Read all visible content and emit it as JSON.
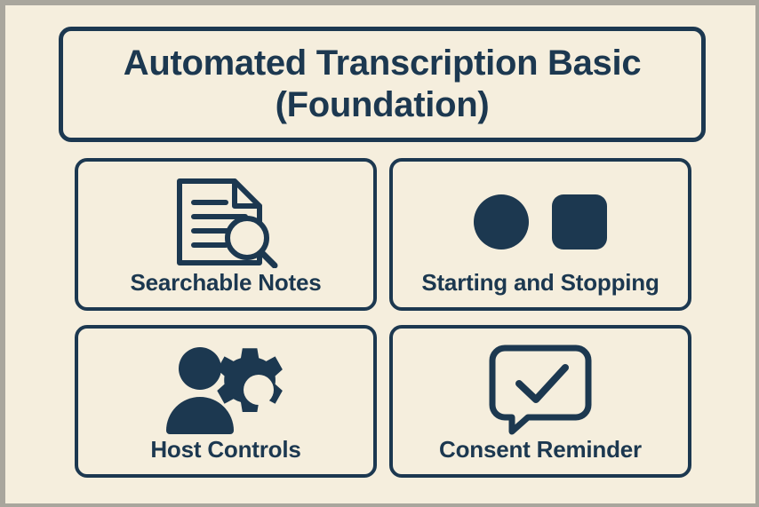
{
  "theme": {
    "background": "#f5eedd",
    "outer_frame": "#a9a69d",
    "ink": "#1c3850"
  },
  "header": {
    "title": "Automated Transcription Basic\n(Foundation)",
    "title_line_1": "Automated Transcription Basic",
    "title_line_2": "(Foundation)"
  },
  "cards": [
    {
      "id": "searchable-notes",
      "label": "Searchable Notes",
      "icon": "document-search-icon"
    },
    {
      "id": "starting-and-stopping",
      "label": "Starting and Stopping",
      "icon": "record-stop-icon"
    },
    {
      "id": "host-controls",
      "label": "Host Controls",
      "icon": "person-gear-icon"
    },
    {
      "id": "consent-reminder",
      "label": "Consent Reminder",
      "icon": "speech-bubble-check-icon"
    }
  ]
}
